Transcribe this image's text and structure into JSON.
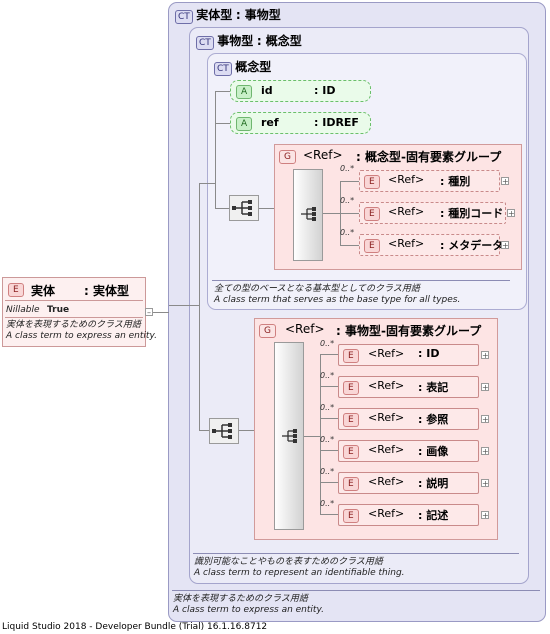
{
  "root": {
    "badge": "E",
    "name": "実体",
    "type": ": 実体型",
    "nillable_label": "Nillable",
    "nillable_value": "True",
    "doc_ja": "実体を表現するためのクラス用語",
    "doc_en": "A class term to express an entity."
  },
  "ct_outer": {
    "badge": "CT",
    "name": "実体型",
    "type": ": 事物型",
    "doc_ja": "実体を表現するためのクラス用語",
    "doc_en": "A class term to express an entity."
  },
  "ct_middle": {
    "badge": "CT",
    "name": "事物型",
    "type": ": 概念型",
    "doc_ja": "識別可能なことやものを表すためのクラス用語",
    "doc_en": "A class term to represent an identifiable thing."
  },
  "ct_inner": {
    "badge": "CT",
    "name": "概念型",
    "doc_ja": "全ての型のベースとなる基本型としてのクラス用語",
    "doc_en": "A class term that serves as the base type for all types.",
    "attributes": [
      {
        "badge": "A",
        "name": "id",
        "type": ": ID"
      },
      {
        "badge": "A",
        "name": "ref",
        "type": ": IDREF"
      }
    ]
  },
  "group1": {
    "badge": "G",
    "ref": "<Ref>",
    "name": ": 概念型-固有要素グループ",
    "elements": [
      {
        "card": "0..*",
        "badge": "E",
        "ref": "<Ref>",
        "name": ": 種別",
        "plus": "+"
      },
      {
        "card": "0..*",
        "badge": "E",
        "ref": "<Ref>",
        "name": ": 種別コード",
        "plus": "+"
      },
      {
        "card": "0..*",
        "badge": "E",
        "ref": "<Ref>",
        "name": ": メタデータ",
        "plus": "+"
      }
    ]
  },
  "group2": {
    "badge": "G",
    "ref": "<Ref>",
    "name": ": 事物型-固有要素グループ",
    "elements": [
      {
        "card": "0..*",
        "badge": "E",
        "ref": "<Ref>",
        "name": ": ID",
        "plus": "+"
      },
      {
        "card": "0..*",
        "badge": "E",
        "ref": "<Ref>",
        "name": ": 表記",
        "plus": "+"
      },
      {
        "card": "0..*",
        "badge": "E",
        "ref": "<Ref>",
        "name": ": 参照",
        "plus": "+"
      },
      {
        "card": "0..*",
        "badge": "E",
        "ref": "<Ref>",
        "name": ": 画像",
        "plus": "+"
      },
      {
        "card": "0..*",
        "badge": "E",
        "ref": "<Ref>",
        "name": ": 説明",
        "plus": "+"
      },
      {
        "card": "0..*",
        "badge": "E",
        "ref": "<Ref>",
        "name": ": 記述",
        "plus": "+"
      }
    ]
  },
  "collapse_symbol": "–",
  "footer": "Liquid Studio 2018 - Developer Bundle (Trial) 16.1.16.8712"
}
